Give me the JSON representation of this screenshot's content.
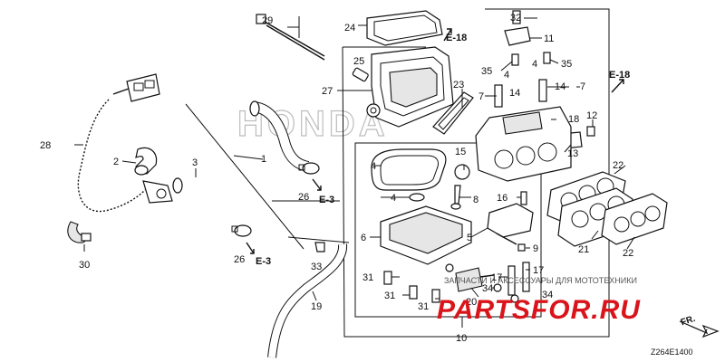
{
  "labels": {
    "n1": "1",
    "n2": "2",
    "n3": "3",
    "n4a": "4",
    "n4b": "4",
    "n4c": "4",
    "n4d": "4",
    "n5": "5",
    "n6": "6",
    "n7a": "7",
    "n7b": "7",
    "n8": "8",
    "n9": "9",
    "n10": "10",
    "n11": "11",
    "n12": "12",
    "n13": "13",
    "n14a": "14",
    "n14b": "14",
    "n15": "15",
    "n16": "16",
    "n17a": "17",
    "n17b": "17",
    "n18": "18",
    "n19": "19",
    "n20": "20",
    "n21": "21",
    "n22a": "22",
    "n22b": "22",
    "n23": "23",
    "n24": "24",
    "n25": "25",
    "n26a": "26",
    "n26b": "26",
    "n27": "27",
    "n28": "28",
    "n29": "29",
    "n30": "30",
    "n31a": "31",
    "n31b": "31",
    "n31c": "31",
    "n32": "32",
    "n33": "33",
    "n34a": "34",
    "n34b": "34",
    "n35a": "35",
    "n35b": "35"
  },
  "refs": {
    "e18a": "E-18",
    "e18b": "E-18",
    "e3a": "E-3",
    "e3b": "E-3"
  },
  "watermark": {
    "brand": "HONDA",
    "caption": "ЗАПЧАСТИ И АКСЕССУАРЫ ДЛЯ МОТОТЕХНИКИ",
    "site": "PARTSFOR.RU",
    "color": "#d9141b"
  },
  "direction": "FR.",
  "diagram_code": "Z264E1400"
}
